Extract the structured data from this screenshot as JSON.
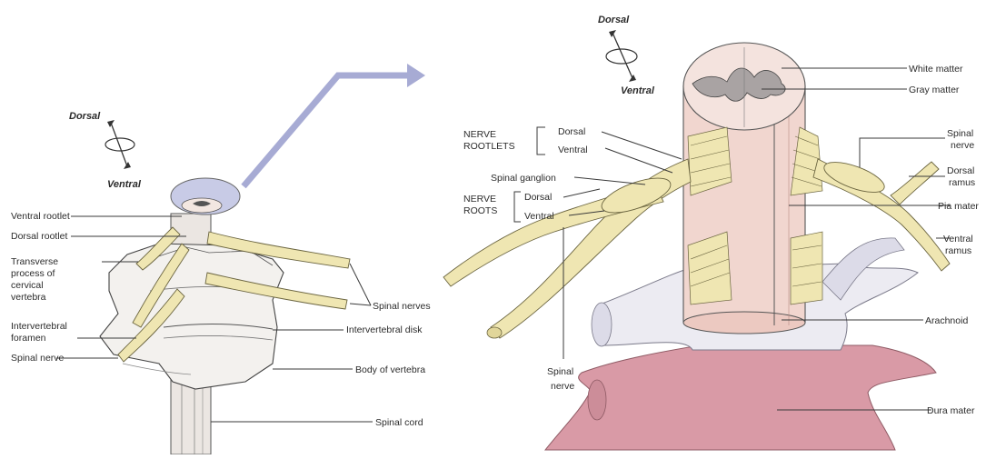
{
  "left_figure": {
    "orientation": {
      "dorsal": "Dorsal",
      "ventral": "Ventral"
    },
    "labels": {
      "ventral_rootlet": "Ventral rootlet",
      "dorsal_rootlet": "Dorsal rootlet",
      "transverse_process": [
        "Transverse",
        "process of",
        "cervical",
        "vertebra"
      ],
      "intervertebral_foramen": [
        "Intervertebral",
        "foramen"
      ],
      "spinal_nerve": "Spinal nerve",
      "spinal_nerves": "Spinal nerves",
      "intervertebral_disk": "Intervertebral disk",
      "body_of_vertebra": "Body of vertebra",
      "spinal_cord": "Spinal cord"
    }
  },
  "right_figure": {
    "orientation": {
      "dorsal": "Dorsal",
      "ventral": "Ventral"
    },
    "labels": {
      "white_matter": "White matter",
      "gray_matter": "Gray matter",
      "nerve_rootlets": [
        "NERVE",
        "ROOTLETS"
      ],
      "rootlets_dorsal": "Dorsal",
      "rootlets_ventral": "Ventral",
      "spinal_ganglion": "Spinal ganglion",
      "nerve_roots": [
        "NERVE",
        "ROOTS"
      ],
      "roots_dorsal": "Dorsal",
      "roots_ventral": "Ventral",
      "spinal_nerve_right": [
        "Spinal",
        "nerve"
      ],
      "dorsal_ramus": [
        "Dorsal",
        "ramus"
      ],
      "pia_mater": "Pia mater",
      "ventral_ramus": [
        "Ventral",
        "ramus"
      ],
      "arachnoid": "Arachnoid",
      "spinal_nerve_bottom": [
        "Spinal",
        "nerve"
      ],
      "dura_mater": "Dura mater"
    }
  },
  "colors": {
    "bone": "#f3f1ee",
    "cord": "#f1d6cf",
    "nerve": "#efe6b2",
    "dura": "#d99aa6",
    "arachnoid": "#ecebf2",
    "arrow": "#a7abd4"
  }
}
